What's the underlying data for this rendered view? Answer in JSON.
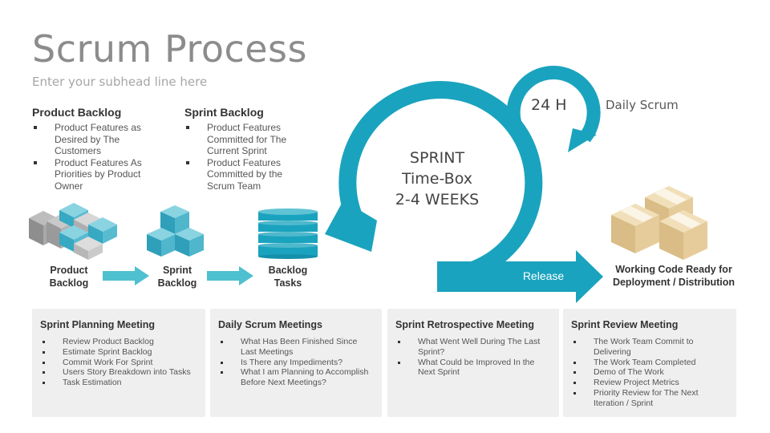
{
  "header": {
    "title": "Scrum Process",
    "subtitle": "Enter your subhead line here"
  },
  "columns": [
    {
      "title": "Product Backlog",
      "items": [
        "Product Features as Desired by The Customers",
        "Product Features As Priorities by Product Owner"
      ]
    },
    {
      "title": "Sprint Backlog",
      "items": [
        "Product Features Committed for The Current Sprint",
        "Product Features Committed by the Scrum Team"
      ]
    }
  ],
  "flow": {
    "product_backlog": "Product Backlog",
    "sprint_backlog": "Sprint Backlog",
    "backlog_tasks": "Backlog Tasks",
    "sprint_line1": "SPRINT",
    "sprint_line2": "Time-Box",
    "sprint_line3": "2-4 WEEKS",
    "daily_hours": "24 H",
    "daily_label": "Daily Scrum",
    "release": "Release",
    "working_code": "Working Code Ready for Deployment / Distribution"
  },
  "cards": [
    {
      "title": "Sprint Planning Meeting",
      "items": [
        "Review Product Backlog",
        "Estimate Sprint Backlog",
        "Commit Work For Sprint",
        "Users Story Breakdown into Tasks",
        "Task Estimation"
      ]
    },
    {
      "title": "Daily Scrum Meetings",
      "items": [
        "What Has Been Finished Since Last Meetings",
        "Is There any Impediments?",
        "What I am Planning to Accomplish Before Next Meetings?"
      ]
    },
    {
      "title": "Sprint Retrospective Meeting",
      "items": [
        "What Went Well During The Last Sprint?",
        "What Could be Improved In the Next Sprint"
      ]
    },
    {
      "title": "Sprint Review Meeting",
      "items": [
        "The Work Team Commit to Delivering",
        "The Work Team Completed",
        "Demo of The Work",
        "Review Project Metrics",
        "Priority Review for The Next Iteration / Sprint"
      ]
    }
  ],
  "colors": {
    "accent": "#1aa3be",
    "accent_dark": "#1590aa",
    "arrow_light": "#4fc0cf",
    "box_tan": "#e3c795"
  },
  "icons": [
    "cube-grid-icon",
    "cube-stack-icon",
    "database-icon",
    "sprint-cycle-icon",
    "daily-cycle-icon",
    "release-arrow-icon",
    "boxes-icon"
  ]
}
